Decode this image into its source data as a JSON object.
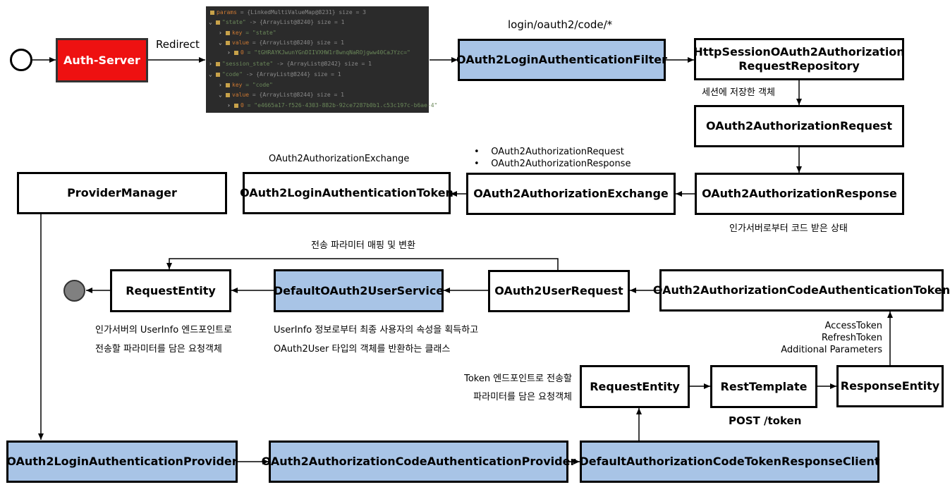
{
  "boxes": {
    "auth_server": "Auth-Server",
    "login_filter": "OAuth2LoginAuthenticationFilter",
    "session_repo_line1": "HttpSessionOAuth2Authorization",
    "session_repo_line2": "RequestRepository",
    "authorization_request": "OAuth2AuthorizationRequest",
    "authorization_response": "OAuth2AuthorizationResponse",
    "authorization_exchange": "OAuth2AuthorizationExchange",
    "login_auth_token": "OAuth2LoginAuthenticationToken",
    "provider_manager": "ProviderManager",
    "code_auth_token": "OAuth2AuthorizationCodeAuthenticationToken",
    "user_request": "OAuth2UserRequest",
    "user_service": "DefaultOAuth2UserService",
    "request_entity_user": "RequestEntity",
    "request_entity_token": "RequestEntity",
    "rest_template": "RestTemplate",
    "response_entity": "ResponseEntity",
    "login_provider": "OAuth2LoginAuthenticationProvider",
    "code_provider": "OAuth2AuthorizationCodeAuthenticationProvider",
    "token_client": "DefaultAuthorizationCodeTokenResponseClient"
  },
  "labels": {
    "redirect": "Redirect",
    "login_path": "login/oauth2/code/*",
    "session_saved": "세션에 저장한 객체",
    "exchange_item1": "OAuth2AuthorizationRequest",
    "exchange_item2": "OAuth2AuthorizationResponse",
    "exchange_caption": "OAuth2AuthorizationExchange",
    "response_state": "인가서버로부터 코드 받은 상태",
    "param_mapping": "전송 파라미터 매핑 및 변환",
    "userinfo_req_line1": "인가서버의 UserInfo 엔드포인트로",
    "userinfo_req_line2": "전송할 파라미터를 담은 요청객체",
    "service_desc_line1": "UserInfo 정보로부터 최종 사용자의 속성을 획득하고",
    "service_desc_line2": "OAuth2User 타입의 객체를 반환하는 클래스",
    "token_req_line1": "Token 엔드포인트로 전송할",
    "token_req_line2": "파라미터를 담은 요청객체",
    "access_token": "AccessToken",
    "refresh_token": "RefreshToken",
    "additional_params": "Additional Parameters",
    "post_token": "POST /token"
  },
  "debugger": {
    "l1_name": "params",
    "l1_rest": "= {LinkedMultiValueMap@8231}  size = 3",
    "l2_key": "\"state\"",
    "l2_rest": "-> {ArrayList@8240}  size = 1",
    "l3_name": "key",
    "l3_val": "= \"state\"",
    "l4_name": "value",
    "l4_rest": "= {ArrayList@8240}  size = 1",
    "l5_name": "0",
    "l5_val": "= \"tGHRAYKJwunYGnDIIVXHW1r8wnqNaROjgww40CaJYzc=\"",
    "l6_key": "\"session_state\"",
    "l6_rest": "-> {ArrayList@8242}  size = 1",
    "l7_key": "\"code\"",
    "l7_rest": "-> {ArrayList@8244}  size = 1",
    "l8_name": "key",
    "l8_val": "= \"code\"",
    "l9_name": "value",
    "l9_rest": "= {ArrayList@8244}  size = 1",
    "l10_name": "0",
    "l10_val": "= \"e4665a17-f526-4303-882b-92ce7287b0b1.c53c197c-b6ae-4\""
  },
  "colors": {
    "blue_box": "#a8c4e6",
    "red_box": "#ee1111",
    "end_circle": "#808080"
  }
}
